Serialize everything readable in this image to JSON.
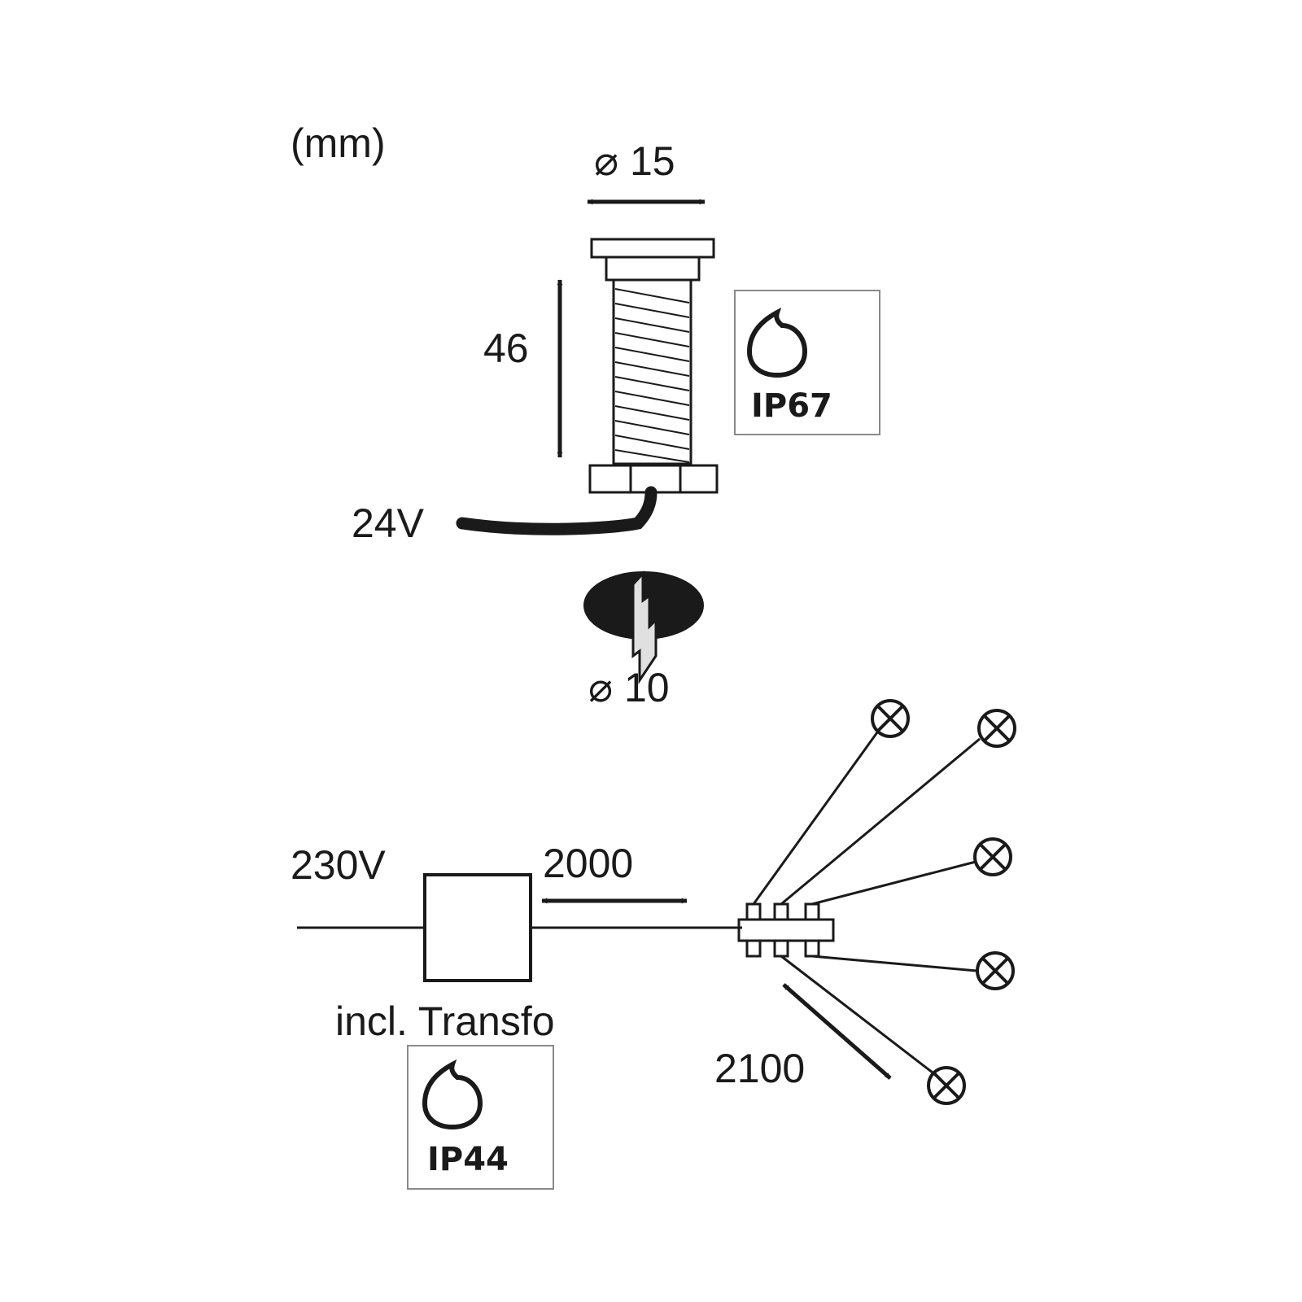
{
  "unit_label": "(mm)",
  "fixture": {
    "diameter_label": "⌀ 15",
    "height_label": "46",
    "voltage_label": "24V",
    "ip_rating": "IP67",
    "drill_label": "⌀ 10"
  },
  "system": {
    "mains_voltage_label": "230V",
    "supply_cable_length": "2000",
    "transformer_label": "incl. Transfo",
    "transformer_ip_rating": "IP44",
    "branch_cable_length": "2100",
    "lamp_count": 5
  },
  "colors": {
    "ink": "#1a1a1a",
    "frame": "#8a8a8a",
    "drill_fill": "#e0e0e0",
    "background": "#ffffff"
  },
  "icons": [
    "water-drop-icon",
    "drill-bit-icon",
    "lamp-symbol-icon",
    "double-arrow-icon"
  ]
}
